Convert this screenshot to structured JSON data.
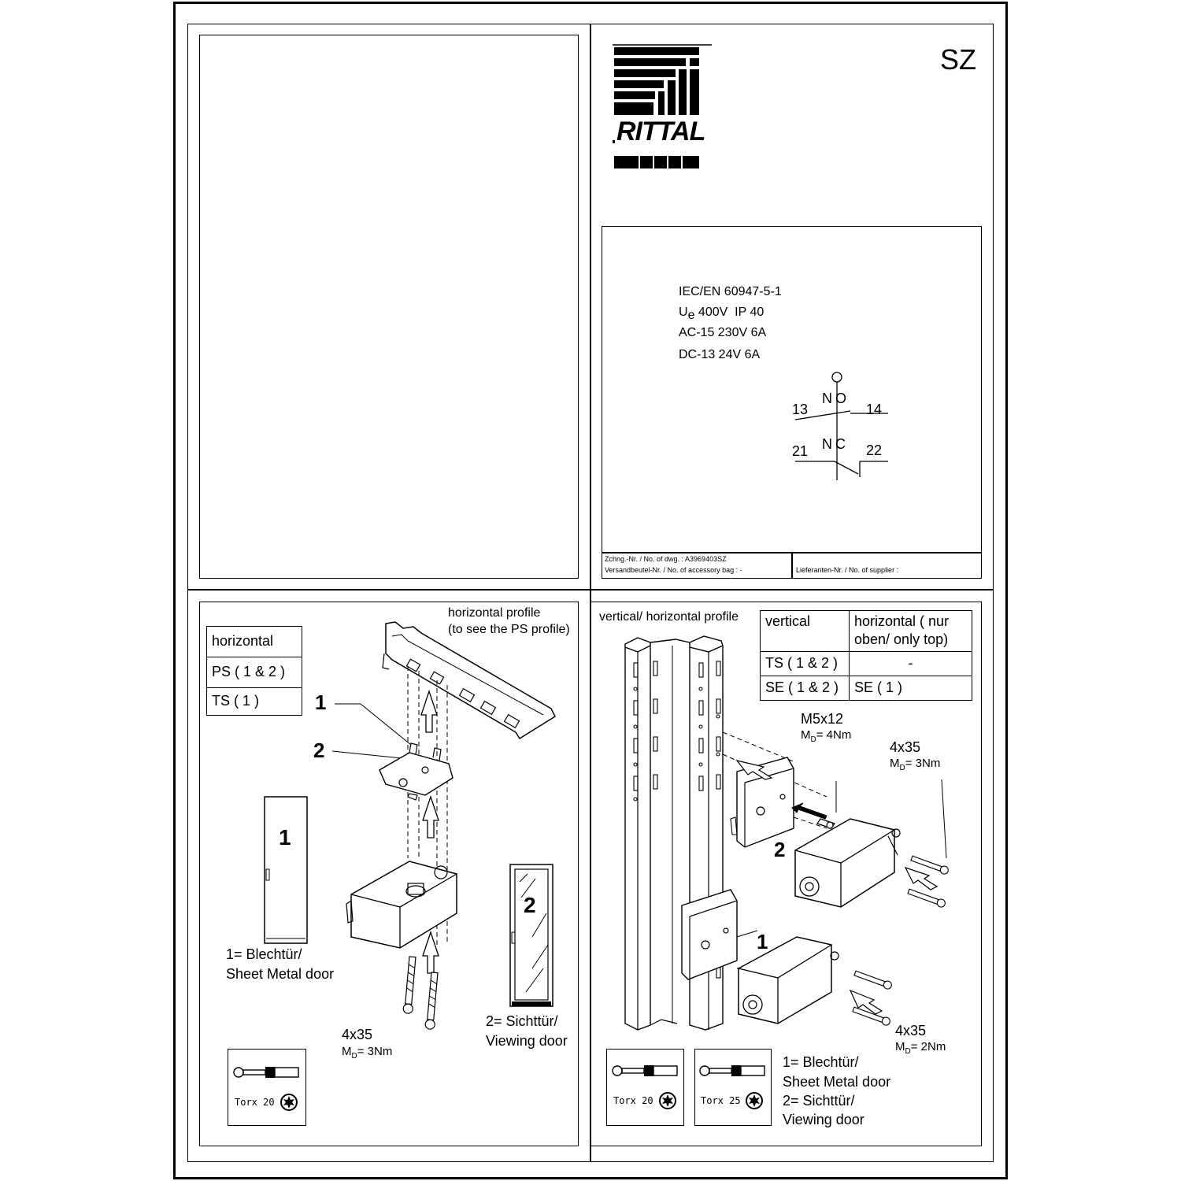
{
  "header": {
    "code": "SZ",
    "brand": "RITTAL"
  },
  "specs": {
    "standard": "IEC/EN 60947-5-1",
    "ue_symbol": "U",
    "ue_sub": "e",
    "ue_rest": "400V  IP 40",
    "ac": "AC-15 230V 6A",
    "dc": "DC-13 24V 6A"
  },
  "contacts": {
    "no_label": "NO",
    "nc_label": "NC",
    "t13": "13",
    "t14": "14",
    "t21": "21",
    "t22": "22"
  },
  "titleblock": {
    "drawing_no": "Zchng.-Nr. / No. of dwg. : A3969403SZ",
    "bag_no": "Versandbeutel-Nr. / No. of accessory bag : -",
    "supplier_no": "Lieferanten-Nr. / No. of supplier :"
  },
  "left_panel": {
    "table": [
      "horizontal",
      "PS ( 1 & 2 )",
      "TS ( 1 )"
    ],
    "profile_label_1": "horizontal profile",
    "profile_label_2": "(to see the PS profile)",
    "callout_1": "1",
    "callout_2": "2",
    "door1_num": "1",
    "door2_num": "2",
    "door1_label_1": "1= Blechtür/",
    "door1_label_2": "Sheet Metal door",
    "door2_label_1": "2= Sichttür/",
    "door2_label_2": "Viewing door",
    "screw": "4x35",
    "torque_main": "M",
    "torque_sub": "D",
    "torque_rest": "= 3Nm",
    "tool": "Torx 20"
  },
  "right_panel": {
    "title": "vertical/ horizontal profile",
    "table": {
      "h1": "vertical",
      "h2a": "horizontal ( nur",
      "h2b": "oben/ only top)",
      "r1c1": "TS ( 1 & 2 )",
      "r1c2": "-",
      "r2c1": "SE ( 1 & 2 )",
      "r2c2": "SE ( 1 )"
    },
    "m5": "M5x12",
    "m5_torque_main": "M",
    "m5_torque_sub": "D",
    "m5_torque_rest": "= 4Nm",
    "screw_top": "4x35",
    "screw_top_torque_main": "M",
    "screw_top_torque_sub": "D",
    "screw_top_torque_rest": "= 3Nm",
    "screw_bottom": "4x35",
    "screw_bottom_torque_main": "M",
    "screw_bottom_torque_sub": "D",
    "screw_bottom_torque_rest": "= 2Nm",
    "callout_1": "1",
    "callout_2": "2",
    "tool1": "Torx 20",
    "tool2": "Torx 25",
    "legend_1": "1= Blechtür/",
    "legend_2": "Sheet Metal door",
    "legend_3": "2= Sichttür/",
    "legend_4": "Viewing door"
  }
}
